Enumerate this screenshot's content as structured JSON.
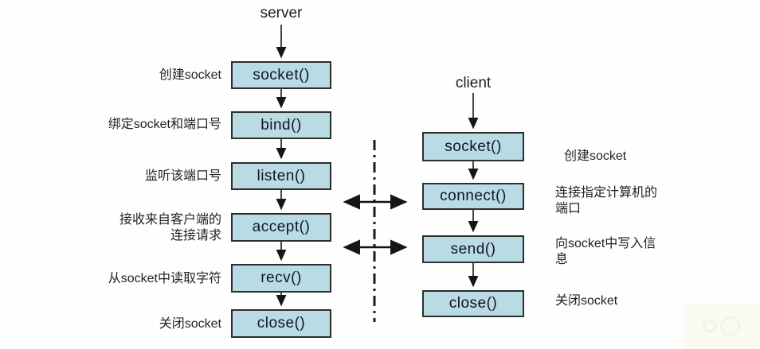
{
  "server": {
    "title": "server",
    "steps": [
      {
        "func": "socket()",
        "desc": "创建socket"
      },
      {
        "func": "bind()",
        "desc": "绑定socket和端口号"
      },
      {
        "func": "listen()",
        "desc": "监听该端口号"
      },
      {
        "func": "accept()",
        "desc": "接收来自客户端的\n连接请求"
      },
      {
        "func": "recv()",
        "desc": "从socket中读取字符"
      },
      {
        "func": "close()",
        "desc": "关闭socket"
      }
    ]
  },
  "client": {
    "title": "client",
    "steps": [
      {
        "func": "socket()",
        "desc": "创建socket"
      },
      {
        "func": "connect()",
        "desc": "连接指定计算机的\n端口"
      },
      {
        "func": "send()",
        "desc": "向socket中写入信\n息"
      },
      {
        "func": "close()",
        "desc": "关闭socket"
      }
    ]
  },
  "colors": {
    "box_fill": "#b9dbe3",
    "box_border": "#2e2e2e",
    "box_text": "#13132a",
    "label_text": "#232323",
    "line_color": "#151515"
  }
}
